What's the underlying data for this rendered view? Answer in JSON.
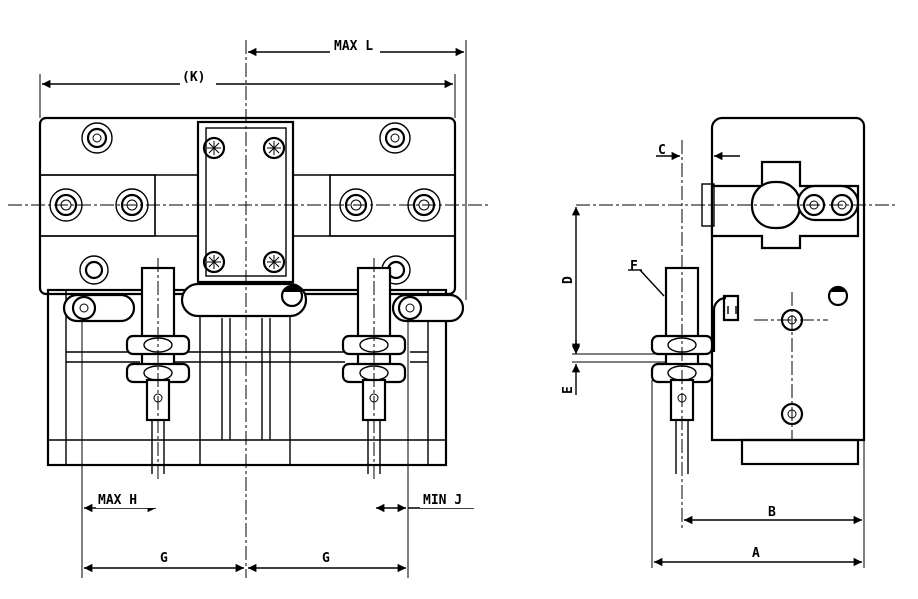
{
  "labels": {
    "max_l": "MAX L",
    "k": "(K)",
    "max_h": "MAX H",
    "min_j": "MIN J",
    "g_left": "G",
    "g_right": "G",
    "c": "C",
    "d": "D",
    "e": "E",
    "f": "F",
    "b": "B",
    "a": "A"
  }
}
